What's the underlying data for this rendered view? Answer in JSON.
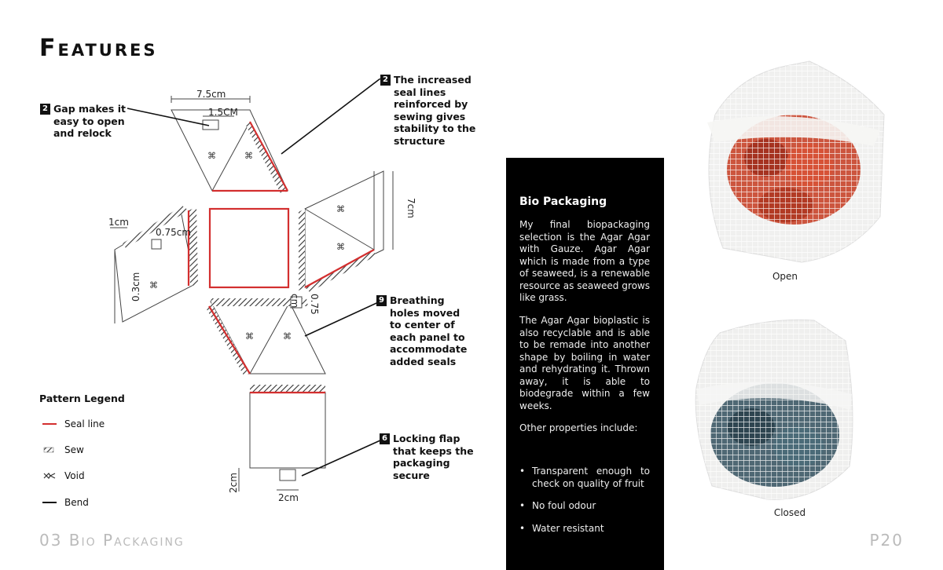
{
  "header": {
    "title": "Features"
  },
  "footer": {
    "section": "03 Bio Packaging",
    "page": "P20"
  },
  "callouts": [
    {
      "badge": "2",
      "text": "Gap makes it easy to open and relock"
    },
    {
      "badge": "2",
      "text": "The increased seal lines reinforced by sewing gives stability to the structure"
    },
    {
      "badge": "9",
      "text": "Breathing holes moved to center of each panel to accommodate added seals"
    },
    {
      "badge": "6",
      "text": "Locking flap that keeps the packaging secure"
    }
  ],
  "dimensions": {
    "d1": "7.5cm",
    "d2": "1.5CM",
    "d3": "1cm",
    "d4": "0.75cm",
    "d5": "0.3cm",
    "d6": "7cm",
    "d7": "0.75",
    "d8": "cm",
    "d9": "2cm",
    "d10": "2cm"
  },
  "legend": {
    "title": "Pattern Legend",
    "items": [
      {
        "label": "Seal line",
        "icon": "red-line-icon",
        "color": "#d32f2f"
      },
      {
        "label": "Sew",
        "icon": "hatch-icon"
      },
      {
        "label": "Void",
        "icon": "void-icon"
      },
      {
        "label": "Bend",
        "icon": "black-line-icon"
      }
    ]
  },
  "panel": {
    "heading": "Bio Packaging",
    "paragraphs": [
      "My final biopackaging selection is the Agar Agar with Gauze. Agar Agar which is made from a type of seaweed, is a renewable resource as seaweed grows like grass.",
      "The Agar Agar bioplastic is also recyclable and is able to be remade into another shape by boiling in water and rehydrating it. Thrown away, it is able to biodegrade within a few weeks.",
      "Other properties include:"
    ],
    "bullets": [
      "Transparent enough to check on quality of fruit",
      "No foul odour",
      "Water resistant"
    ]
  },
  "photos": [
    {
      "caption": "Open",
      "fruit_color": "#c8442a"
    },
    {
      "caption": "Closed",
      "fruit_color": "#3d5966"
    }
  ],
  "colors": {
    "seal": "#d32f2f",
    "panel_bg": "#000000",
    "footer": "#bbbbbb"
  }
}
